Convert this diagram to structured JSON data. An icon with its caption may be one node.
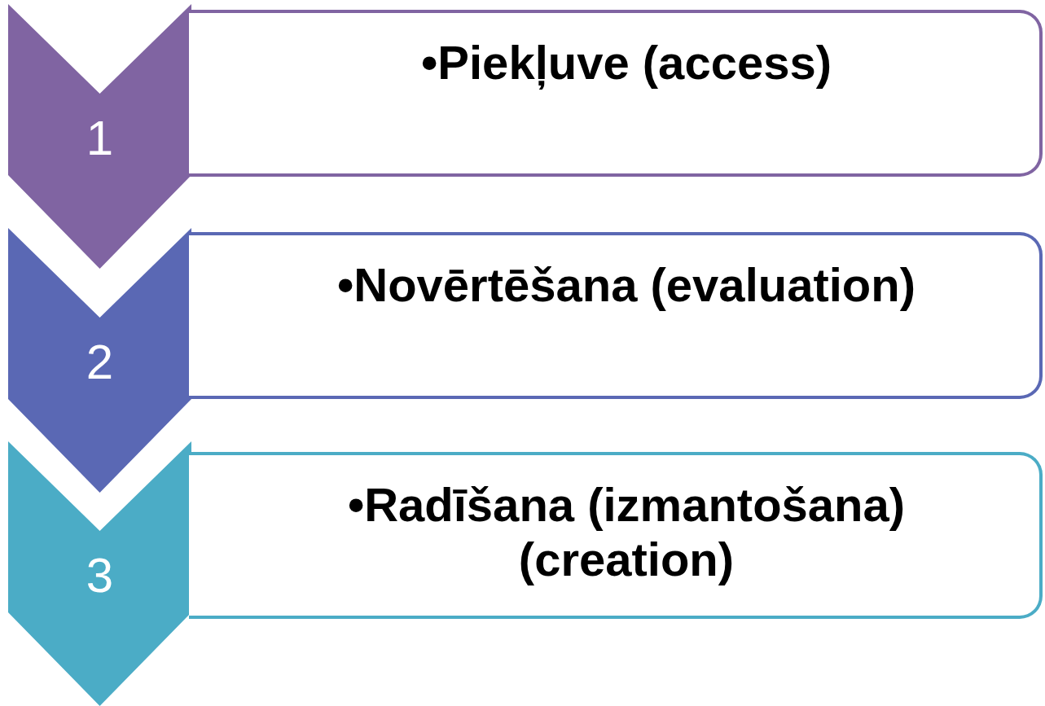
{
  "diagram": {
    "nodes": [
      {
        "text": [
          "1"
        ]
      },
      {
        "text": [
          "•Piekļuve (access)"
        ]
      },
      {
        "text": [
          "2"
        ]
      },
      {
        "text": [
          "•Novērtēšana (evaluation)"
        ]
      },
      {
        "text": [
          "3"
        ]
      },
      {
        "text": [
          "•Radīšana (izmantošana) (creation)"
        ]
      }
    ]
  }
}
